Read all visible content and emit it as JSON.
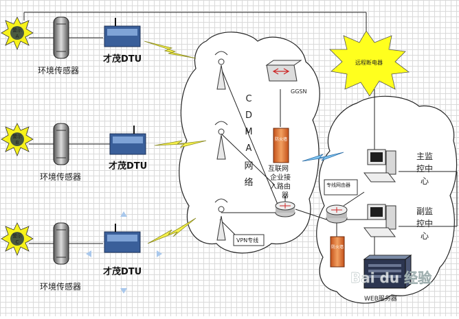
{
  "sensors": [
    {
      "badge_top": "警示",
      "badge_letter": "A",
      "label": "环境传感器",
      "dtu_label": "才茂DTU"
    },
    {
      "badge_top": "警示",
      "badge_letter": "B",
      "label": "环境传感器",
      "dtu_label": "才茂DTU"
    },
    {
      "badge_top": "警示",
      "badge_letter": "C",
      "label": "环境传感器",
      "dtu_label": "才茂DTU"
    }
  ],
  "network": {
    "cdma_letters": [
      "C",
      "D",
      "M",
      "A",
      "网",
      "络"
    ],
    "ggsn": "GGSN",
    "router_lines": [
      "互联网",
      "企业接",
      "入路由",
      "器"
    ],
    "firewall_text": "防火墙",
    "vpn_label": "VPN专线",
    "dedicated_router": "专线网由器"
  },
  "center": {
    "remote_breaker": "远程断电器",
    "main_monitor": [
      "主监",
      "控中",
      "心"
    ],
    "sub_monitor": [
      "副监",
      "控中",
      "心"
    ],
    "firewall2": "防火墙",
    "web_server": "WEB服务器"
  },
  "watermark": "Bai du 经验"
}
